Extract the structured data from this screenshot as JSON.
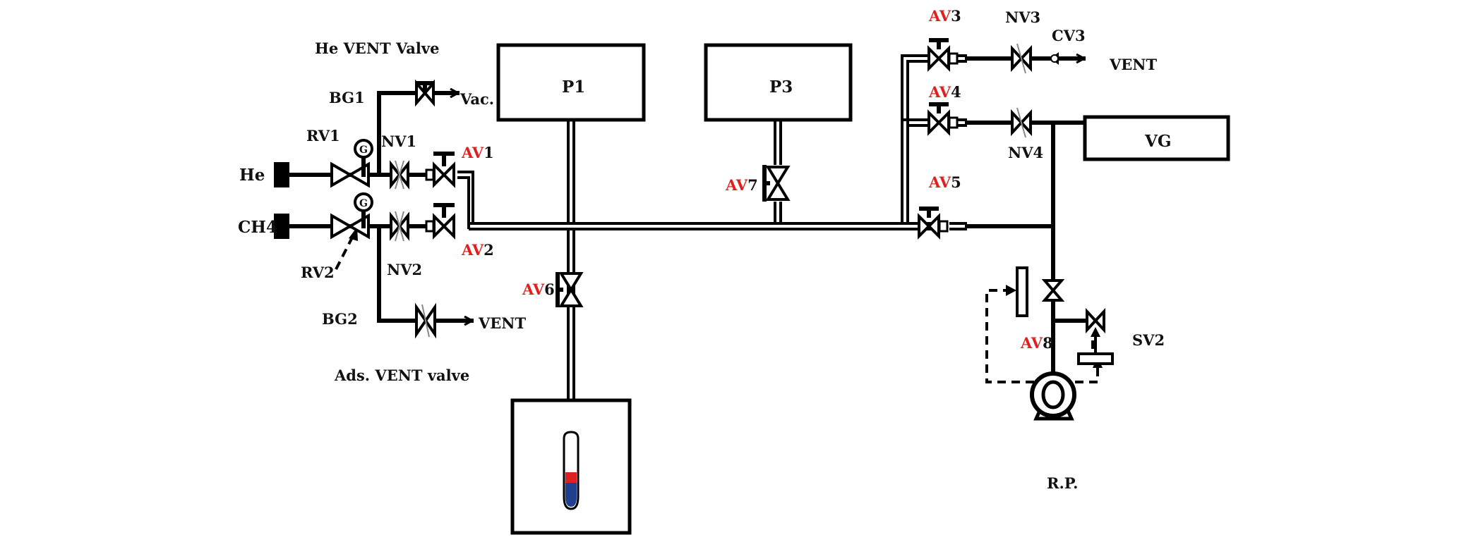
{
  "diagram": {
    "gases": {
      "he": "He",
      "ch4": "CH4"
    },
    "valves": {
      "rv1": "RV1",
      "rv2": "RV2",
      "nv1": "NV1",
      "nv2": "NV2",
      "nv3": "NV3",
      "nv4": "NV4",
      "bg1": "BG1",
      "bg2": "BG2",
      "cv3": "CV3",
      "sv2": "SV2",
      "av_prefix": "AV",
      "av1": "1",
      "av2": "2",
      "av3": "3",
      "av4": "4",
      "av5": "5",
      "av6": "6",
      "av7": "7",
      "av8": "8"
    },
    "vessels": {
      "p1": "P1",
      "p3": "P3",
      "vg": "VG",
      "rp": "R.P."
    },
    "outlets": {
      "vac": "Vac.",
      "vent_left": "VENT",
      "vent_right": "VENT"
    },
    "captions": {
      "he_vent_valve": "He VENT Valve",
      "ads_vent_valve": "Ads. VENT valve"
    },
    "gauge_letter": "G",
    "colors": {
      "label": "#111111",
      "active_valve": "#e02020",
      "sample_red": "#e02020",
      "sample_blue": "#1f3f8f"
    }
  }
}
